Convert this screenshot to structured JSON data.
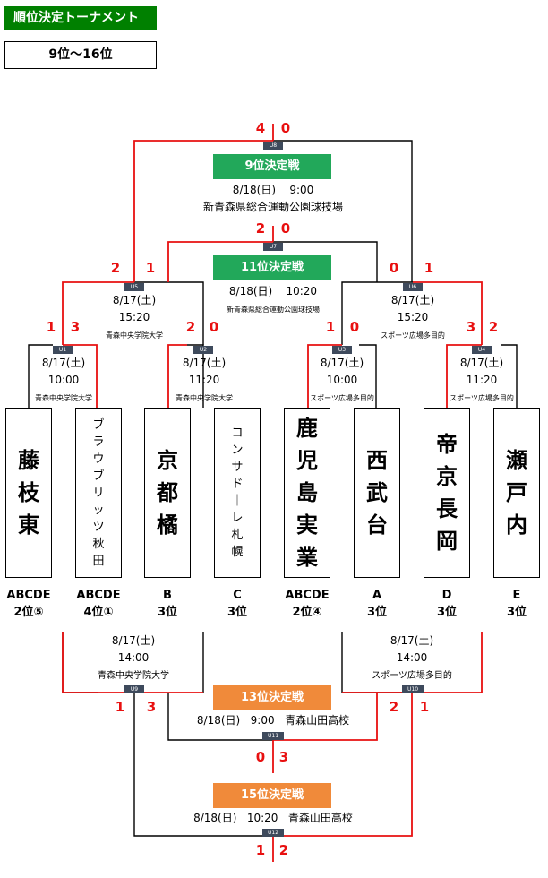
{
  "header": {
    "title": "順位決定トーナメント",
    "subtitle": "9位～16位"
  },
  "teams": [
    {
      "name": "藤枝東",
      "group": "ABCDE",
      "rank": "2位⑤"
    },
    {
      "name": "ブラウブリッツ秋田",
      "group": "ABCDE",
      "rank": "4位①"
    },
    {
      "name": "京都橘",
      "group": "B",
      "rank": "3位"
    },
    {
      "name": "コンサドーレ札幌",
      "group": "C",
      "rank": "3位"
    },
    {
      "name": "鹿児島実業",
      "group": "ABCDE",
      "rank": "2位④"
    },
    {
      "name": "西武台",
      "group": "A",
      "rank": "3位"
    },
    {
      "name": "帝京長岡",
      "group": "D",
      "rank": "3位"
    },
    {
      "name": "瀬戸内",
      "group": "E",
      "rank": "3位"
    }
  ],
  "matches": {
    "U1": {
      "tag": "U1",
      "date": "8/17(土)",
      "time": "10:00",
      "venue": "青森中央学院大学",
      "score_left": "1",
      "score_right": "3"
    },
    "U2": {
      "tag": "U2",
      "date": "8/17(土)",
      "time": "11:20",
      "venue": "青森中央学院大学",
      "score_left": "2",
      "score_right": "0"
    },
    "U3": {
      "tag": "U3",
      "date": "8/17(土)",
      "time": "10:00",
      "venue": "スポーツ広場多目的",
      "score_left": "1",
      "score_right": "0"
    },
    "U4": {
      "tag": "U4",
      "date": "8/17(土)",
      "time": "11:20",
      "venue": "スポーツ広場多目的",
      "score_left": "3",
      "score_right": "2"
    },
    "U5": {
      "tag": "U5",
      "date": "8/17(土)",
      "time": "15:20",
      "venue": "青森中央学院大学",
      "score_left": "2",
      "score_right": "1"
    },
    "U6": {
      "tag": "U6",
      "date": "8/17(土)",
      "time": "15:20",
      "venue": "スポーツ広場多目的",
      "score_left": "0",
      "score_right": "1"
    },
    "U7": {
      "tag": "U7",
      "label": "11位決定戦",
      "date": "8/18(日)",
      "time": "10:20",
      "venue": "新青森県総合運動公園球技場",
      "score_left": "2",
      "score_right": "0"
    },
    "U8": {
      "tag": "U8",
      "label": "9位決定戦",
      "date": "8/18(日)",
      "time": "9:00",
      "venue": "新青森県総合運動公園球技場",
      "score_left": "4",
      "score_right": "0"
    },
    "U9": {
      "tag": "U9",
      "date": "8/17(土)",
      "time": "14:00",
      "venue": "青森中央学院大学",
      "score_left": "1",
      "score_right": "3"
    },
    "U10": {
      "tag": "U10",
      "date": "8/17(土)",
      "time": "14:00",
      "venue": "スポーツ広場多目的",
      "score_left": "2",
      "score_right": "1"
    },
    "U11": {
      "tag": "U11",
      "label": "13位決定戦",
      "date": "8/18(日)",
      "time": "9:00",
      "venue": "青森山田高校",
      "score_left": "0",
      "score_right": "3"
    },
    "U12": {
      "tag": "U12",
      "label": "15位決定戦",
      "date": "8/18(日)",
      "time": "10:20",
      "venue": "青森山田高校",
      "score_left": "1",
      "score_right": "2"
    }
  },
  "colors": {
    "winner_line": "#e81010",
    "loser_line": "#000000",
    "header_bg": "#008000",
    "final_green": "#22a85a",
    "final_orange": "#f08a3a",
    "tag_bg": "#3e4a5c"
  }
}
